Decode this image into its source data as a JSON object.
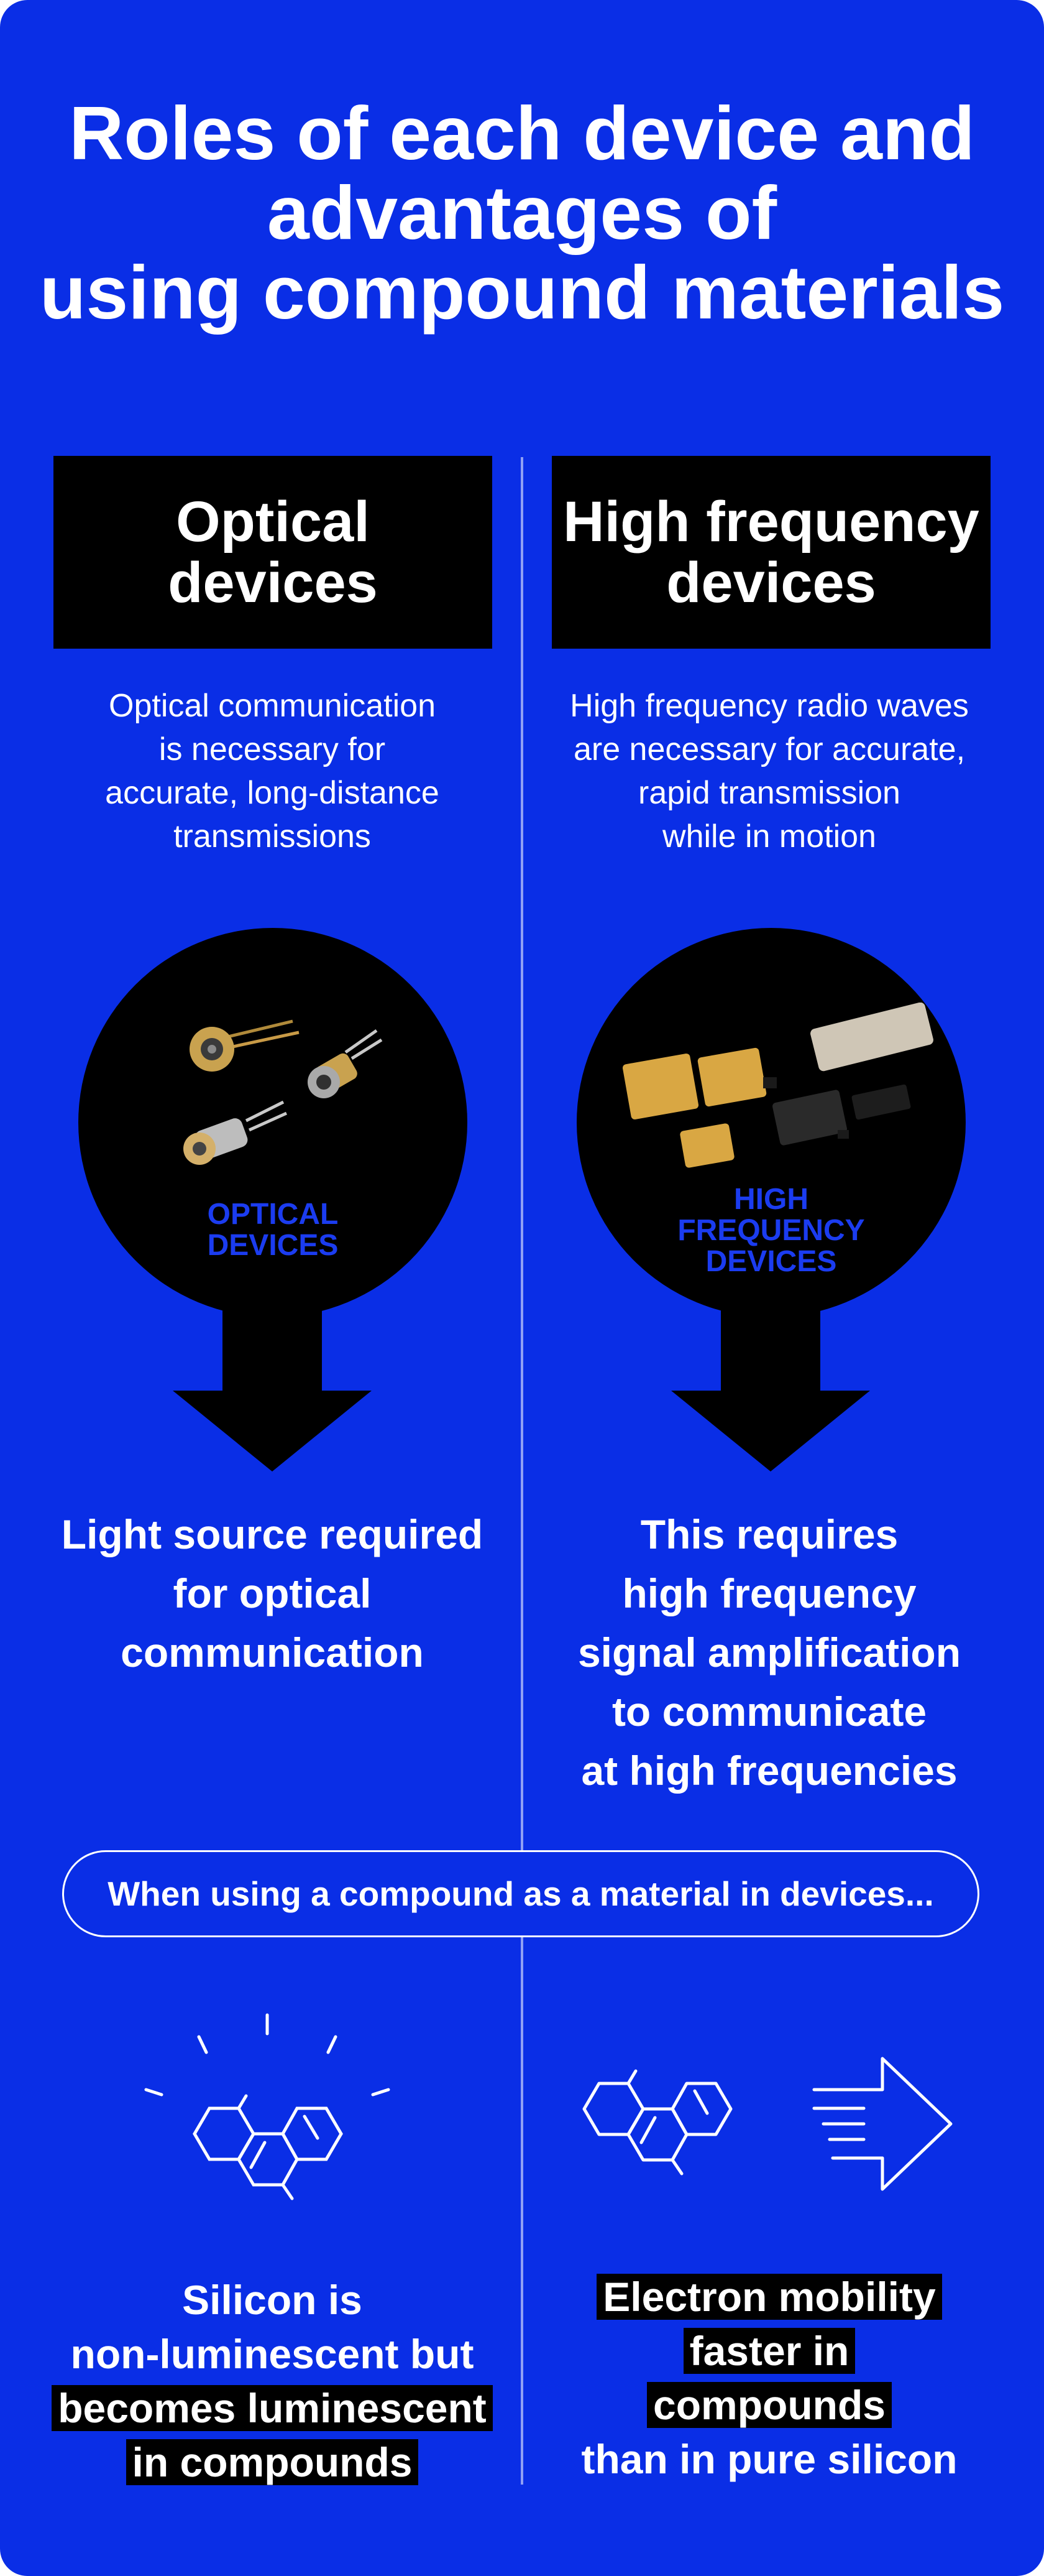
{
  "title": {
    "line1": "Roles of each device and",
    "line2": "advantages of",
    "line3": "using compound materials"
  },
  "colors": {
    "background": "#0a2ee6",
    "panel": "#000000",
    "label": "#1b3cf0",
    "text": "#ffffff"
  },
  "optical": {
    "header": {
      "line1": "Optical",
      "line2": "devices"
    },
    "description": {
      "line1": "Optical communication",
      "line2": "is necessary for",
      "line3": "accurate, long-distance",
      "line4": "transmissions"
    },
    "image_label": {
      "line1": "OPTICAL",
      "line2": "DEVICES"
    },
    "result": {
      "line1": "Light source required",
      "line2": "for optical",
      "line3": "communication"
    },
    "icon": "hexagon-molecule-glow-icon",
    "benefit": {
      "line1": "Silicon is",
      "line2": "non-luminescent but",
      "line3": "becomes luminescent",
      "line4": "in compounds"
    }
  },
  "high_frequency": {
    "header": {
      "line1": "High frequency",
      "line2": "devices"
    },
    "description": {
      "line1": "High frequency radio waves",
      "line2": "are necessary for accurate,",
      "line3": "rapid transmission",
      "line4": "while in motion"
    },
    "image_label": {
      "line1": "HIGH",
      "line2": "FREQUENCY",
      "line3": "DEVICES"
    },
    "result": {
      "line1": "This requires",
      "line2": "high frequency",
      "line3": "signal amplification",
      "line4": "to communicate",
      "line5": "at high frequencies"
    },
    "icon": "hexagon-molecule-speed-arrow-icon",
    "benefit": {
      "line1": "Electron mobility",
      "line2": "faster in",
      "line3": "compounds",
      "line4": "than in pure silicon"
    }
  },
  "banner": {
    "text": "When using a compound as a material in devices..."
  }
}
